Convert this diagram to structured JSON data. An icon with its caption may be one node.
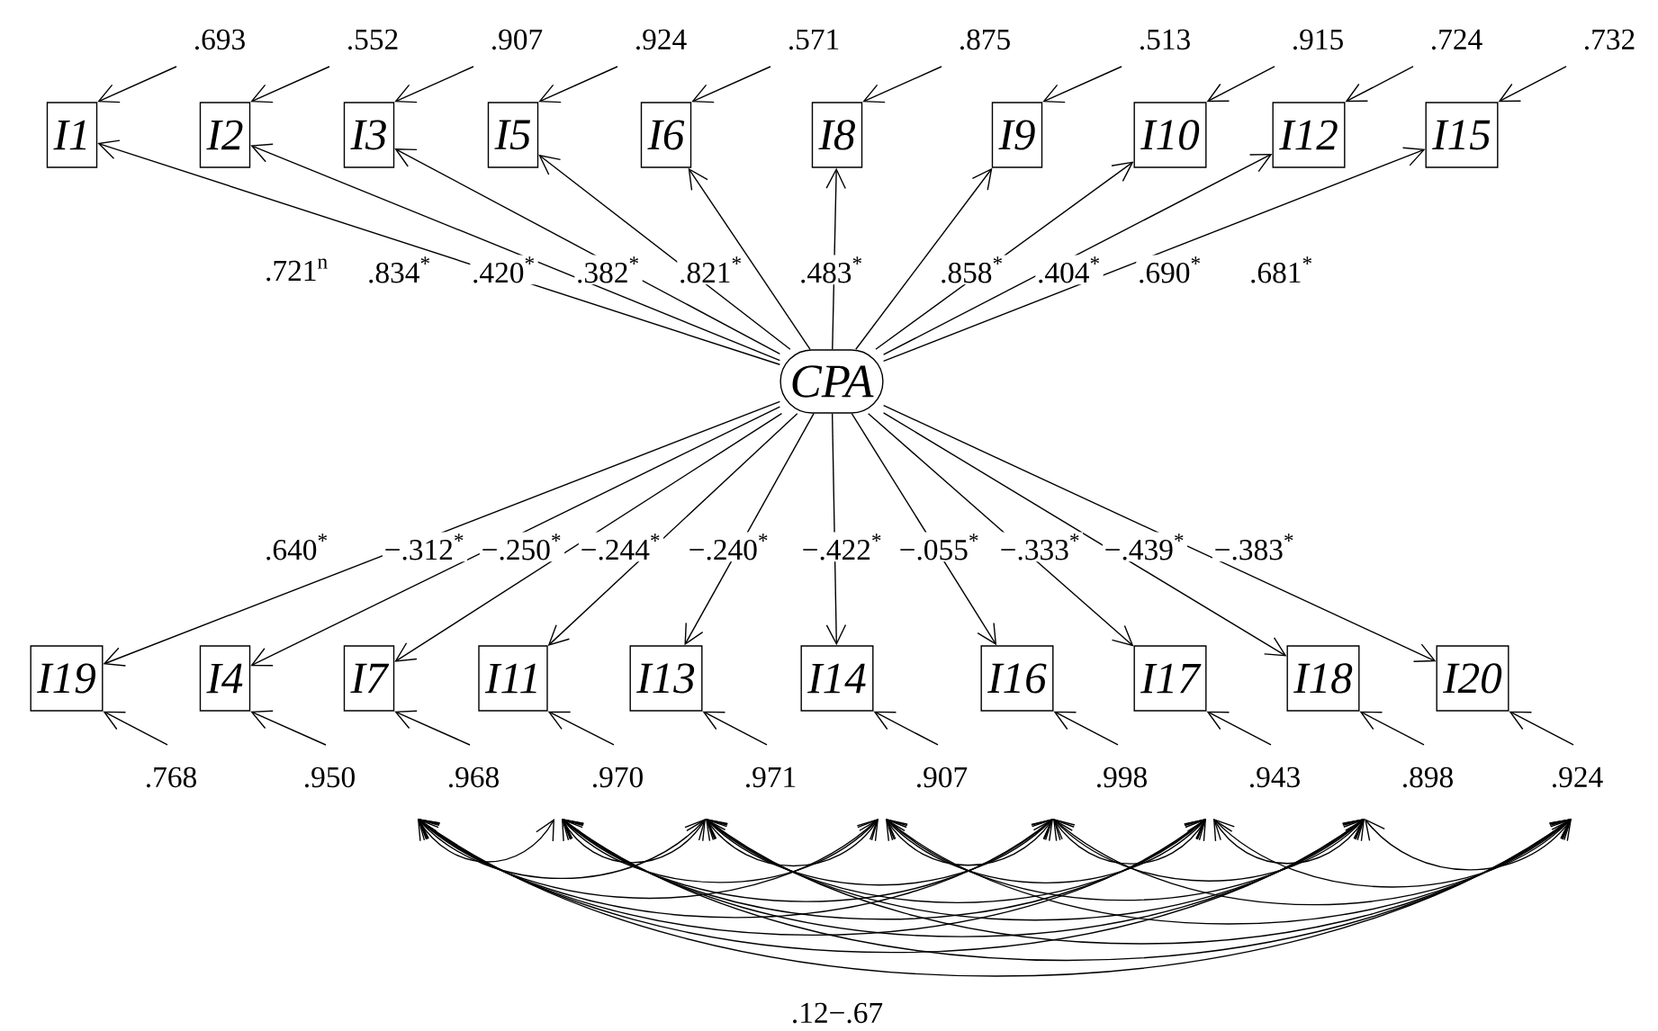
{
  "diagram": {
    "nodes": [
      {
        "text": [
          "I1"
        ]
      },
      {
        "text": [
          "I2"
        ]
      },
      {
        "text": [
          "I3"
        ]
      },
      {
        "text": [
          "I5"
        ]
      },
      {
        "text": [
          "I6"
        ]
      },
      {
        "text": [
          "I8"
        ]
      },
      {
        "text": [
          "I9"
        ]
      },
      {
        "text": [
          "I10"
        ]
      },
      {
        "text": [
          "I12"
        ]
      },
      {
        "text": [
          "I15"
        ]
      },
      {
        "text": [
          "CPA"
        ]
      },
      {
        "text": [
          "I19"
        ]
      },
      {
        "text": [
          "I4"
        ]
      },
      {
        "text": [
          "I7"
        ]
      },
      {
        "text": [
          "I11"
        ]
      },
      {
        "text": [
          "I13"
        ]
      },
      {
        "text": [
          "I14"
        ]
      },
      {
        "text": [
          "I16"
        ]
      },
      {
        "text": [
          "I17"
        ]
      },
      {
        "text": [
          "I18"
        ]
      },
      {
        "text": [
          "I20"
        ]
      }
    ],
    "edges": [
      {
        "from": 10,
        "to": 0,
        "arrow": "to",
        "label": ".721$^{n}$"
      },
      {
        "from": 10,
        "to": 1,
        "arrow": "to",
        "label": ".834$^{*}$"
      },
      {
        "from": 10,
        "to": 2,
        "arrow": "to",
        "label": ".420$^{*}$"
      },
      {
        "from": 10,
        "to": 3,
        "arrow": "to",
        "label": ".382$^{*}$"
      },
      {
        "from": 10,
        "to": 4,
        "arrow": "to",
        "label": ".821$^{*}$"
      },
      {
        "from": 10,
        "to": 5,
        "arrow": "to",
        "label": ".483$^{*}$"
      },
      {
        "from": 10,
        "to": 6,
        "arrow": "to",
        "label": ".858$^{*}$"
      },
      {
        "from": 10,
        "to": 7,
        "arrow": "to",
        "label": ".404$^{*}$"
      },
      {
        "from": 10,
        "to": 8,
        "arrow": "to",
        "label": ".690$^{*}$"
      },
      {
        "from": 10,
        "to": 9,
        "arrow": "to",
        "label": ".681$^{*}$"
      },
      {
        "from": 10,
        "to": 11,
        "arrow": "to",
        "label": ".640$^{*}$"
      },
      {
        "from": 10,
        "to": 12,
        "arrow": "to",
        "label": "−.312$^{*}$"
      },
      {
        "from": 10,
        "to": 13,
        "arrow": "to",
        "label": "−.250$^{*}$"
      },
      {
        "from": 10,
        "to": 14,
        "arrow": "to",
        "label": "−.244$^{*}$"
      },
      {
        "from": 10,
        "to": 15,
        "arrow": "to",
        "label": "−.240$^{*}$"
      },
      {
        "from": 10,
        "to": 16,
        "arrow": "to",
        "label": "−.422$^{*}$"
      },
      {
        "from": 10,
        "to": 17,
        "arrow": "to",
        "label": "−.055$^{*}$"
      },
      {
        "from": 10,
        "to": 18,
        "arrow": "to",
        "label": "−.333$^{*}$"
      },
      {
        "from": 10,
        "to": 19,
        "arrow": "to",
        "label": "−.439$^{*}$"
      },
      {
        "from": 10,
        "to": 20,
        "arrow": "to",
        "label": "−.383$^{*}$"
      },
      {
        "from": null,
        "to": 0,
        "arrow": "to",
        "label": ".693"
      },
      {
        "from": null,
        "to": 1,
        "arrow": "to",
        "label": ".552"
      },
      {
        "from": null,
        "to": 2,
        "arrow": "to",
        "label": ".907"
      },
      {
        "from": null,
        "to": 3,
        "arrow": "to",
        "label": ".924"
      },
      {
        "from": null,
        "to": 4,
        "arrow": "to",
        "label": ".571"
      },
      {
        "from": null,
        "to": 5,
        "arrow": "to",
        "label": ".875"
      },
      {
        "from": null,
        "to": 6,
        "arrow": "to",
        "label": ".513"
      },
      {
        "from": null,
        "to": 7,
        "arrow": "to",
        "label": ".915"
      },
      {
        "from": null,
        "to": 8,
        "arrow": "to",
        "label": ".724"
      },
      {
        "from": null,
        "to": 9,
        "arrow": "to",
        "label": ".732"
      },
      {
        "from": null,
        "to": 11,
        "arrow": "to",
        "label": ".768"
      },
      {
        "from": null,
        "to": 12,
        "arrow": "to",
        "label": ".950"
      },
      {
        "from": null,
        "to": 13,
        "arrow": "to",
        "label": ".968"
      },
      {
        "from": null,
        "to": 14,
        "arrow": "to",
        "label": ".970"
      },
      {
        "from": null,
        "to": 15,
        "arrow": "to",
        "label": ".971"
      },
      {
        "from": null,
        "to": 16,
        "arrow": "to",
        "label": ".907"
      },
      {
        "from": null,
        "to": 17,
        "arrow": "to",
        "label": ".998"
      },
      {
        "from": null,
        "to": 18,
        "arrow": "to",
        "label": ".943"
      },
      {
        "from": null,
        "to": 19,
        "arrow": "to",
        "label": ".898"
      },
      {
        "from": null,
        "to": 20,
        "arrow": "to",
        "label": ".924"
      }
    ],
    "labels": [
      ".12−.67"
    ]
  }
}
